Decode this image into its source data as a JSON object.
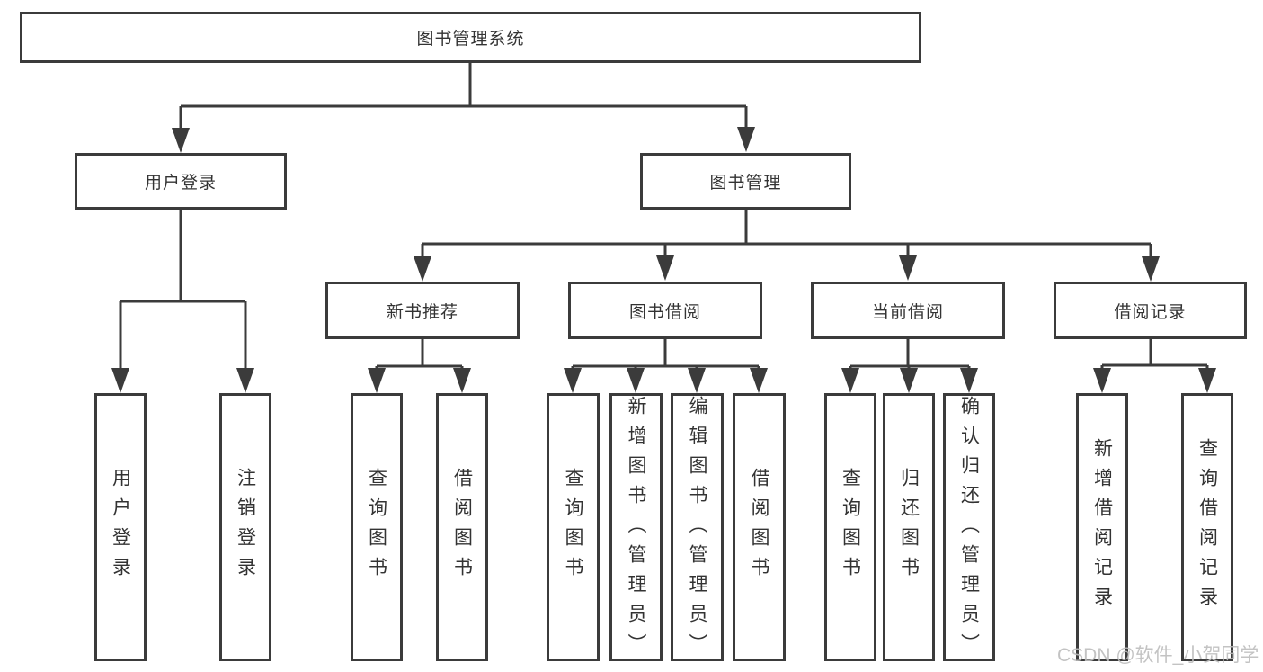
{
  "colors": {
    "line": "#3b3b3b",
    "text": "#333333",
    "watermark": "#bdbdbd"
  },
  "watermark": "CSDN @软件_小贺同学",
  "tree": {
    "root": {
      "label": "图书管理系统"
    },
    "branches": [
      {
        "label": "用户登录",
        "children": [
          {
            "label": "用户登录"
          },
          {
            "label": "注销登录"
          }
        ]
      },
      {
        "label": "图书管理",
        "sections": [
          {
            "label": "新书推荐",
            "children": [
              {
                "label": "查询图书"
              },
              {
                "label": "借阅图书"
              }
            ]
          },
          {
            "label": "图书借阅",
            "children": [
              {
                "label": "查询图书"
              },
              {
                "label": "新增图书（管理员）"
              },
              {
                "label": "编辑图书（管理员）"
              },
              {
                "label": "借阅图书"
              }
            ]
          },
          {
            "label": "当前借阅",
            "children": [
              {
                "label": "查询图书"
              },
              {
                "label": "归还图书"
              },
              {
                "label": "确认归还（管理员）"
              }
            ]
          },
          {
            "label": "借阅记录",
            "children": [
              {
                "label": "新增借阅记录"
              },
              {
                "label": "查询借阅记录"
              }
            ]
          }
        ]
      }
    ]
  }
}
